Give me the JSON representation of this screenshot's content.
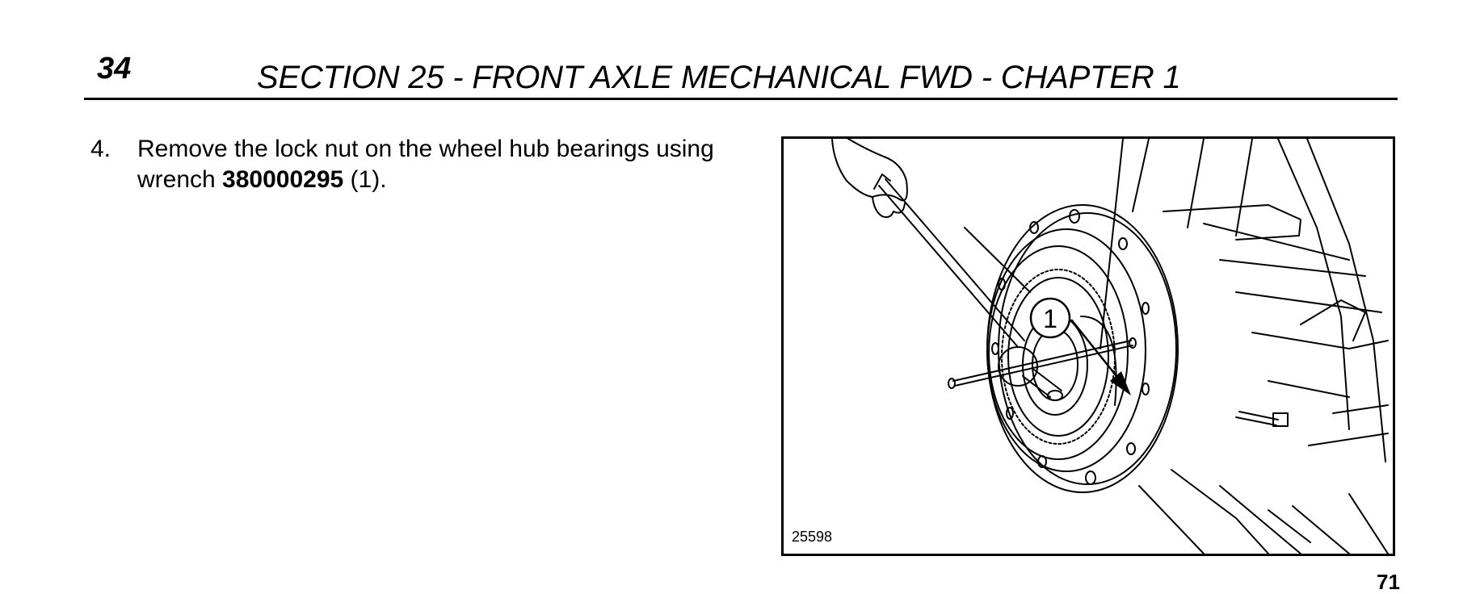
{
  "header": {
    "page_number": "34",
    "section_title": "SECTION 25 - FRONT AXLE MECHANICAL FWD - CHAPTER 1"
  },
  "step": {
    "number": "4.",
    "text_before": "Remove the lock nut on the wheel hub bearings using wrench ",
    "tool_code": "380000295",
    "text_after": " (1)."
  },
  "figure": {
    "number": "25598",
    "callout": "1",
    "index": "71"
  }
}
